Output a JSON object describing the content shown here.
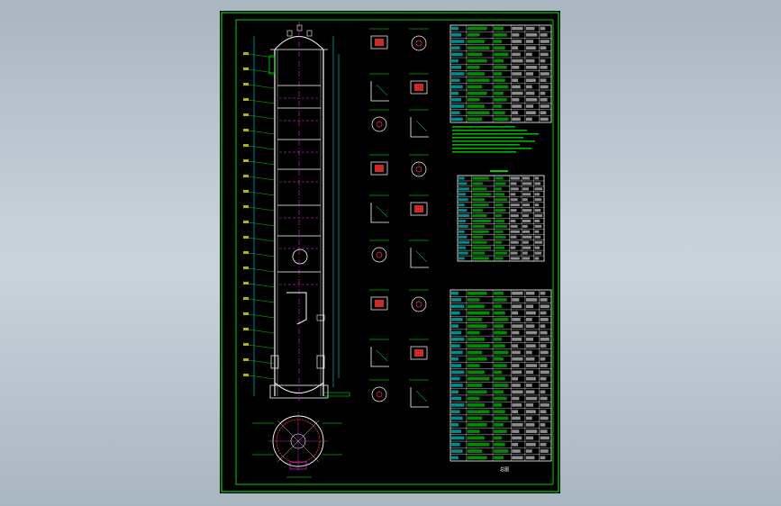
{
  "colors": {
    "background": "#bfc9d3",
    "sheet": "#000000",
    "frame": "#00ff00",
    "drawing": "#ffffff",
    "dimension": "#00ffff",
    "centerline": "#ff33ff",
    "text": "#00ff00",
    "accent": "#ff3333",
    "yellow": "#ffff00"
  },
  "drawing": {
    "type": "engineering drawing of a vertical tower vessel with detail views and tables",
    "sheet_caption": "总图"
  },
  "tables": {
    "technical_characteristics": {
      "rows": 15,
      "cols": 6
    },
    "nozzle_table": {
      "rows": 16,
      "cols": 6
    },
    "parts_list": {
      "rows": 26,
      "cols": 6
    }
  }
}
